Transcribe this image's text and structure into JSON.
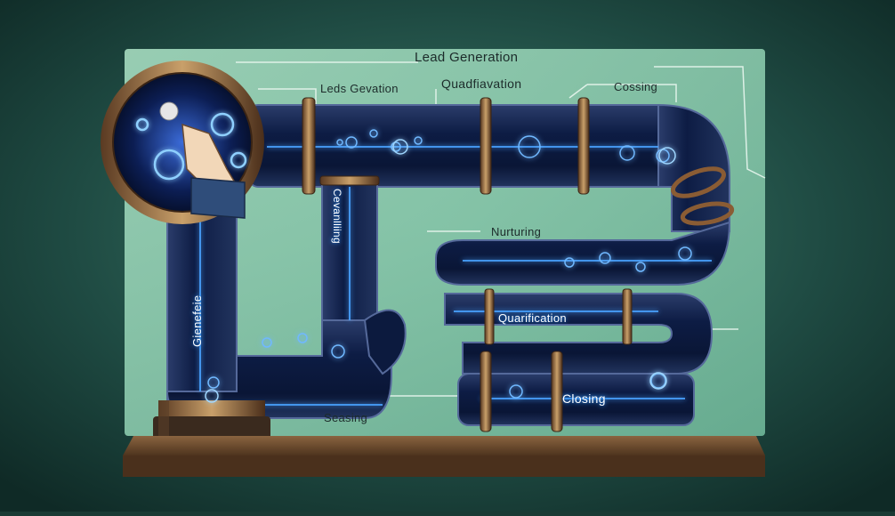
{
  "labels": {
    "lead_generation": "Lead Generation",
    "leds_gevation": "Leds Gevation",
    "quadfiavation": "Quadfiavation",
    "cossing": "Cossing",
    "nurturing": "Nurturing",
    "quarification": "Quarification",
    "closing": "Closing",
    "seasing": "Seasing",
    "gienefeie": "Gienefeie",
    "cevanlliing": "Cevanlliing"
  },
  "icons": [
    "gear-icon",
    "hand-icon",
    "dollar-icon",
    "arrow-icon"
  ],
  "colors": {
    "background": "#1f4b43",
    "panel": "#8fcfb0",
    "pipe": "#0b1a3a",
    "glow": "#3a8cff",
    "shelf": "#6b4a2e"
  }
}
